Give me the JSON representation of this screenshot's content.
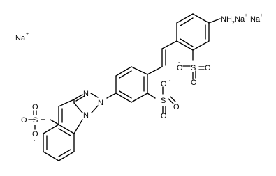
{
  "molecule": {
    "atoms": {
      "nh2_n": "N",
      "nh2_h": "H",
      "nh2_sub": "2",
      "na1": "Na",
      "na2": "Na",
      "na3": "Na",
      "na_charge": "+",
      "s1": "S",
      "s2": "S",
      "s3": "S",
      "o": "O",
      "o_minus": "-",
      "n1": "N",
      "n2": "N",
      "n3": "N"
    }
  }
}
